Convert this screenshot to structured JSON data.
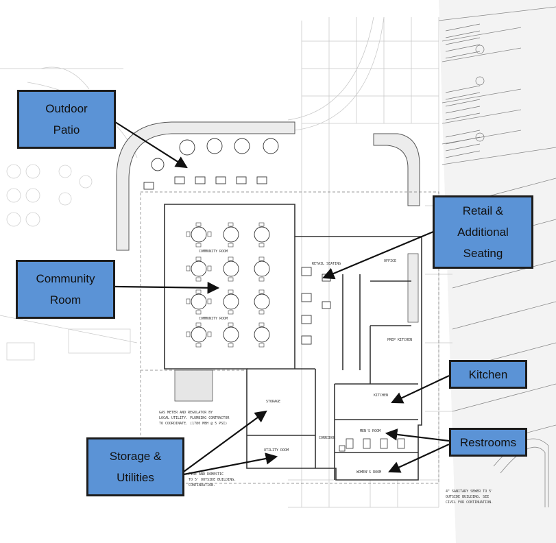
{
  "theme": {
    "callout_fill": "#5b93d6",
    "callout_border": "#1c1c1c",
    "leader_color": "#111111",
    "linework": "#444444"
  },
  "callouts": {
    "outdoor_patio": "Outdoor\nPatio",
    "community_room": "Community\nRoom",
    "retail_seating": "Retail &\nAdditional\nSeating",
    "kitchen": "Kitchen",
    "restrooms": "Restrooms",
    "storage_utilities": "Storage &\nUtilities"
  },
  "plan_notes": {
    "gas_meter": "GAS METER AND REGULATOR BY",
    "gas_meter_2": "LOCAL UTILITY. PLUMBING CONTRACTOR",
    "gas_meter_3": "TO COORDINATE. (1780 MBH @ 5 PSI)",
    "fire_domestic": "FIRE AND DOMESTIC",
    "fire_domestic_2": "TO 5' OUTSIDE BUILDING.",
    "fire_domestic_3": "CONTINUATION.",
    "sanitary": "4\" SANITARY SEWER TO 5'",
    "sanitary_2": "OUTSIDE BUILDING. SEE",
    "sanitary_3": "CIVIL FOR CONTINUATION.",
    "room_storage": "STORAGE",
    "room_utility": "UTILITY ROOM",
    "room_community": "COMMUNITY ROOM",
    "room_retail": "RETAIL SEATING",
    "room_kitchen": "KITCHEN",
    "room_prep": "PREP KITCHEN",
    "room_mens": "MEN'S ROOM",
    "room_womens": "WOMEN'S ROOM",
    "room_corridor": "CORRIDOR",
    "room_office": "OFFICE"
  }
}
